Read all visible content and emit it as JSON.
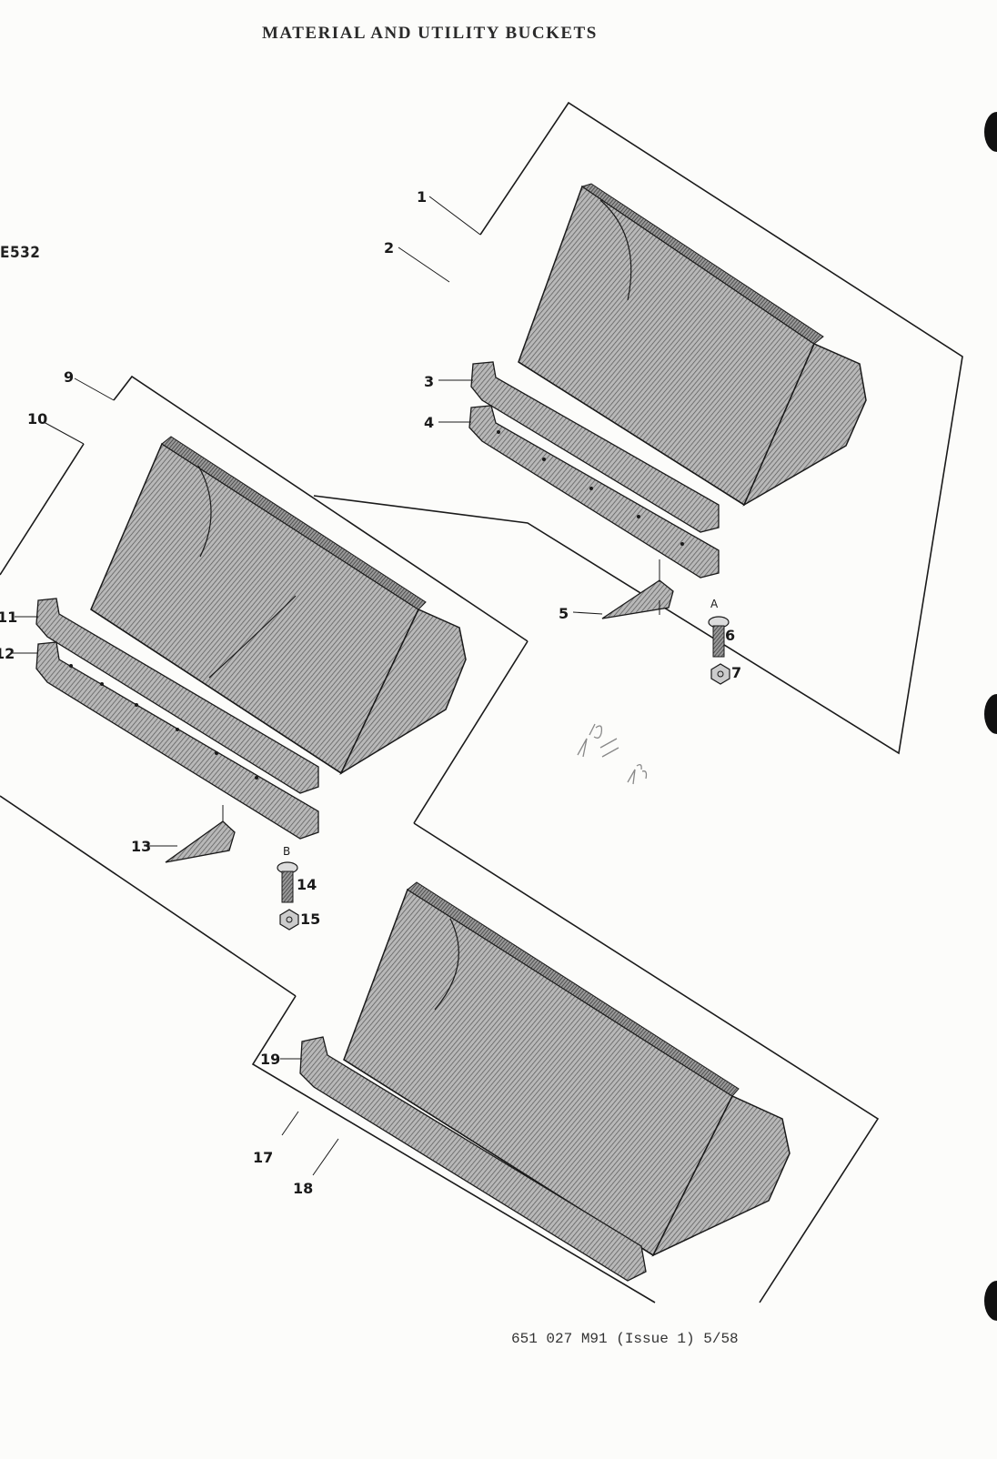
{
  "document": {
    "title": "MATERIAL AND UTILITY BUCKETS",
    "side_code": "E532",
    "footer": "651 027 M91 (Issue 1) 5/58"
  },
  "callouts": {
    "c1": "1",
    "c2": "2",
    "c3": "3",
    "c4": "4",
    "c5": "5",
    "c6": "6",
    "c7": "7",
    "c9": "9",
    "c10": "10",
    "c11": "11",
    "c12": "12",
    "c13": "13",
    "c14": "14",
    "c15": "15",
    "c17": "17",
    "c18": "18",
    "c19": "19"
  },
  "reference_letters": {
    "a": "A",
    "b": "B"
  },
  "colors": {
    "ink": "#1a1a1a",
    "hatch_fill": "#9a9a9a",
    "paper": "#fcfcfa"
  }
}
